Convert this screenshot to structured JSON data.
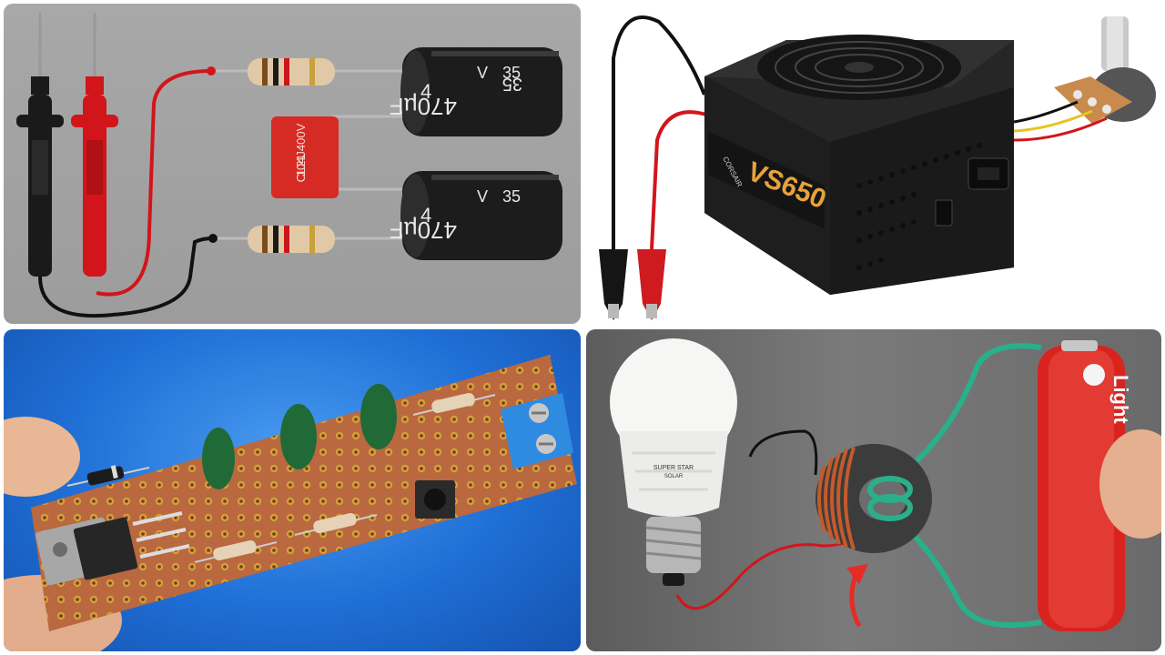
{
  "panels": {
    "filter": {
      "capacitor_top": {
        "line1": "35",
        "line2": "V",
        "line3": "470µF",
        "line4": "4"
      },
      "capacitor_bottom": {
        "line1": "35",
        "line2": "V",
        "line3": "470µF",
        "line4": "4"
      },
      "film_cap": {
        "line1": "CL21",
        "line2": "104J400V"
      }
    },
    "power_supply": {
      "brand": "CORSAIR",
      "model": "VS650"
    },
    "perfboard": {},
    "joule_thief": {
      "bulb_label_1": "SUPER STAR",
      "bulb_label_2": "SOLAR",
      "battery_brand": "Light"
    }
  },
  "colors": {
    "red_probe": "#d2151b",
    "black_probe": "#1a1a1a",
    "capacitor": "#1c1c1c",
    "film_cap": "#d62a24",
    "psu_body": "#1e1e1e",
    "psu_accent": "#e8a23a",
    "pcb": "#b9683f",
    "terminal_blue": "#2f8be0",
    "battery": "#d9231f",
    "copper": "#c45a2a",
    "green_wire": "#29b08a"
  }
}
